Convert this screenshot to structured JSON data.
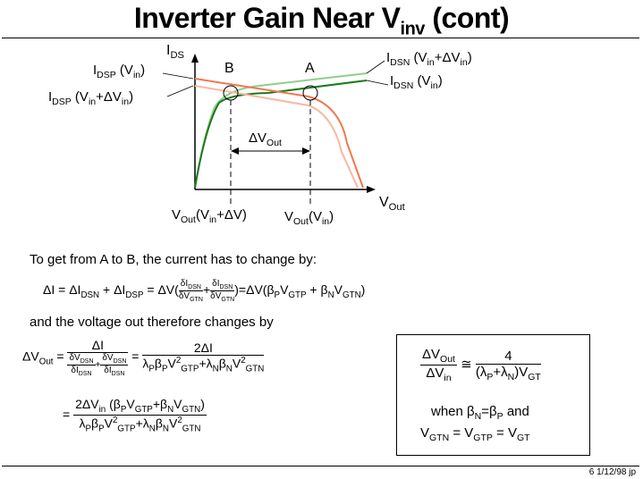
{
  "slide": {
    "title_main": "Inverter Gain Near V",
    "title_sub": "inv",
    "title_tail": " (cont)",
    "footer": "6  1/12/98  jp"
  },
  "graph": {
    "axis_y": "I",
    "axis_y_sub": "DS",
    "axis_x": "V",
    "axis_x_sub": "Out",
    "point_a": "A",
    "point_b": "B",
    "delta_vout": "ΔV",
    "delta_vout_sub": "Out",
    "idsp_vin": "I",
    "idsp_vin_sub": "DSP",
    "idsp_vin_tail": " (V",
    "idsp_vin_sub2": "in",
    "idsp_vin_end": ")",
    "idsp_dvin": "I",
    "idsp_dvin_sub": "DSP",
    "idsp_dvin_tail": " (V",
    "idsp_dvin_sub2": "in",
    "idsp_dvin_end": "+ΔV",
    "idsp_dvin_sub3": "in",
    "idsp_dvin_close": ")",
    "idsn_dvin": "I",
    "idsn_dvin_sub": "DSN",
    "idsn_dvin_tail": " (V",
    "idsn_dvin_sub2": "in",
    "idsn_dvin_end": "+ΔV",
    "idsn_dvin_sub3": "in",
    "idsn_dvin_close": ")",
    "idsn_vin": "I",
    "idsn_vin_sub": "DSN",
    "idsn_vin_tail": " (V",
    "idsn_vin_sub2": "in",
    "idsn_vin_end": ")",
    "vout_b": "V",
    "vout_b_sub": "Out",
    "vout_b_tail": "(V",
    "vout_b_sub2": "in",
    "vout_b_end": "+ΔV)",
    "vout_a": "V",
    "vout_a_sub": "Out",
    "vout_a_tail": "(V",
    "vout_a_sub2": "in",
    "vout_a_end": ")",
    "colors": {
      "nmos": "#1a7a1a",
      "nmos_light": "#8fcf8f",
      "pmos": "#f07850",
      "pmos_light": "#f8b8a0"
    }
  },
  "text": {
    "line1": "To get from A to B, the current has to change by:",
    "line2": "and the voltage out therefore changes by",
    "box_cond": "when β",
    "box_cond_n": "N",
    "box_cond_eq": "=β",
    "box_cond_p": "P",
    "box_cond_and": " and",
    "box_vgt": "V",
    "box_vgt_sub": "GTN",
    "box_vgt_eq": " = V",
    "box_vgt_sub2": "GTP",
    "box_vgt_eq2": " = V",
    "box_vgt_sub3": "GT"
  }
}
